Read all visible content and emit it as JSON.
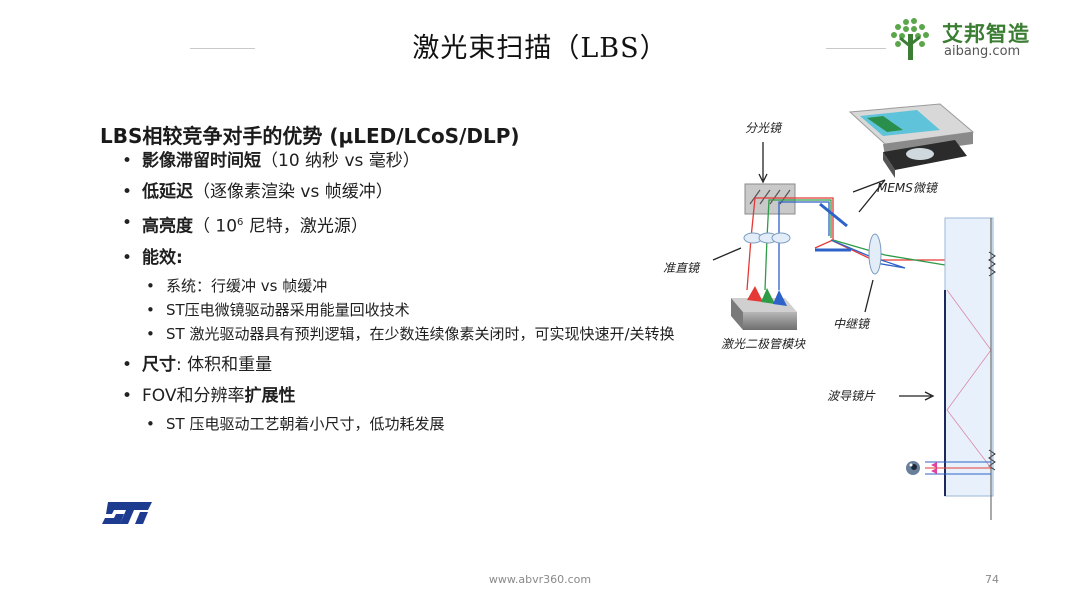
{
  "slide": {
    "title": "激光束扫描（LBS）",
    "logo": {
      "cn": "艾邦智造",
      "en": "aibang.com"
    },
    "heading": "LBS相较竞争对手的优势 (μLED/LCoS/DLP)",
    "bullets": {
      "b1_bold": "影像滞留时间短",
      "b1_rest": "（10 纳秒 vs 毫秒）",
      "b2_bold": "低延迟",
      "b2_rest": "（逐像素渲染 vs 帧缓冲）",
      "b3_bold": "高亮度",
      "b3_pre": "（ 10",
      "b3_sup": "6",
      "b3_post": " 尼特，激光源）",
      "b4_bold": "能效:",
      "b4_subs": [
        "系统：行缓冲 vs 帧缓冲",
        "ST压电微镜驱动器采用能量回收技术",
        "ST 激光驱动器具有预判逻辑，在少数连续像素关闭时，可实现快速开/关转换"
      ],
      "b5_bold": "尺寸",
      "b5_rest": ": 体积和重量",
      "b6_pre": "FOV和分辨率",
      "b6_bold": "扩展性",
      "b6_subs": [
        "ST 压电驱动工艺朝着小尺寸，低功耗发展"
      ]
    },
    "footer": "www.abvr360.com",
    "page_number": "74"
  },
  "diagram": {
    "labels": {
      "splitter": "分光镜",
      "mems": "MEMS微镜",
      "collimator": "准直镜",
      "relay": "中继镜",
      "laser_module": "激光二极管模块",
      "waveguide": "波导镜片"
    }
  },
  "colors": {
    "logo_green": "#3a7d33",
    "st_blue": "#1d3b8f",
    "beam_red": "#e53935",
    "beam_green": "#2e9b47",
    "beam_blue": "#2d62c8",
    "waveguide_fill": "#e8f1fb"
  }
}
